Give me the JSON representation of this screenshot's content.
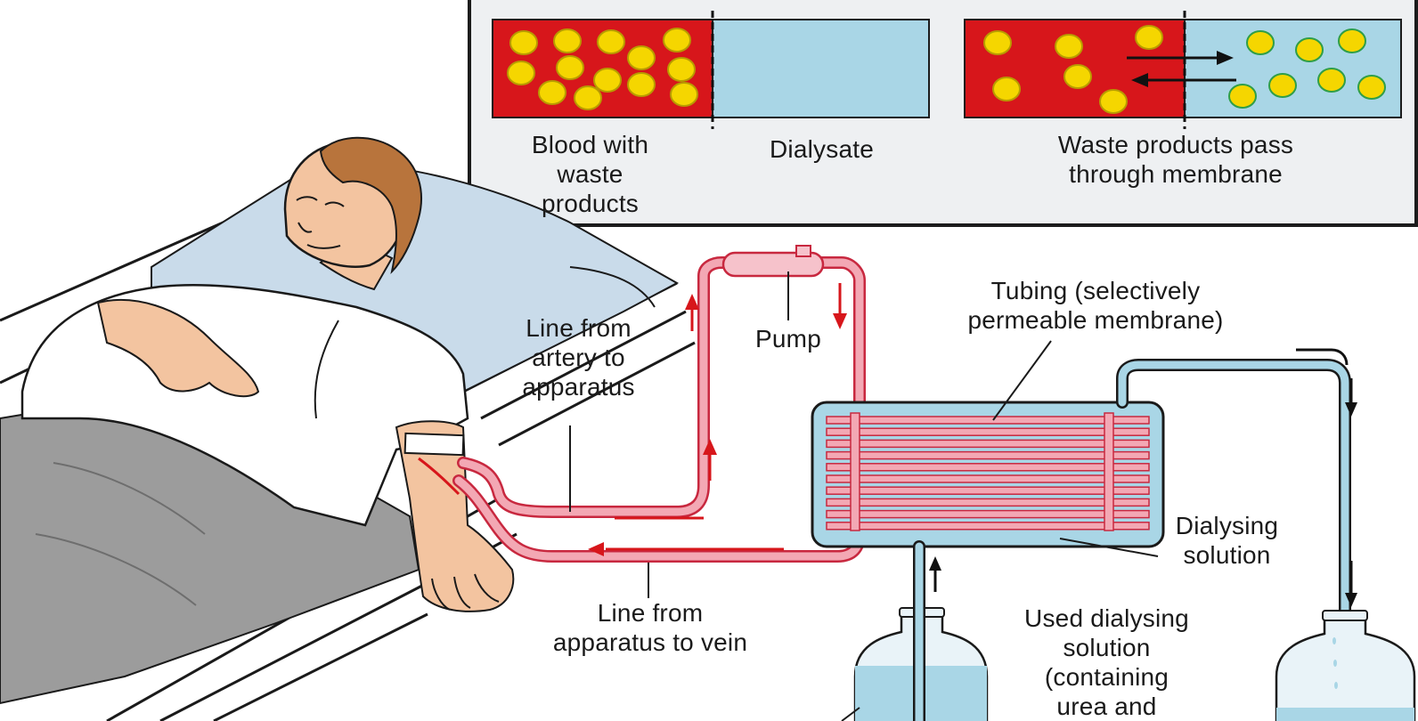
{
  "inset": {
    "left_panel": {
      "blood_label": "Blood with\nwaste\nproducts",
      "dialysate_label": "Dialysate"
    },
    "right_panel": {
      "label": "Waste products pass\nthrough membrane"
    }
  },
  "labels": {
    "pump": "Pump",
    "artery_line": "Line from\nartery to\napparatus",
    "vein_line": "Line from\napparatus to vein",
    "tubing": "Tubing (selectively\npermeable membrane)",
    "dialysing_solution": "Dialysing\nsolution",
    "used_solution": "Used dialysing\nsolution\n(containing\nurea and"
  },
  "colors": {
    "blood": "#d7161b",
    "dialysate": "#a9d6e6",
    "waste_particle": "#f5d600",
    "tube_pink": "#f3a8b4",
    "tube_outline": "#c8283f",
    "sheet": "#c9dbea",
    "skin": "#f3c4a0",
    "hair": "#b8743c",
    "blanket": "#9c9c9c"
  }
}
